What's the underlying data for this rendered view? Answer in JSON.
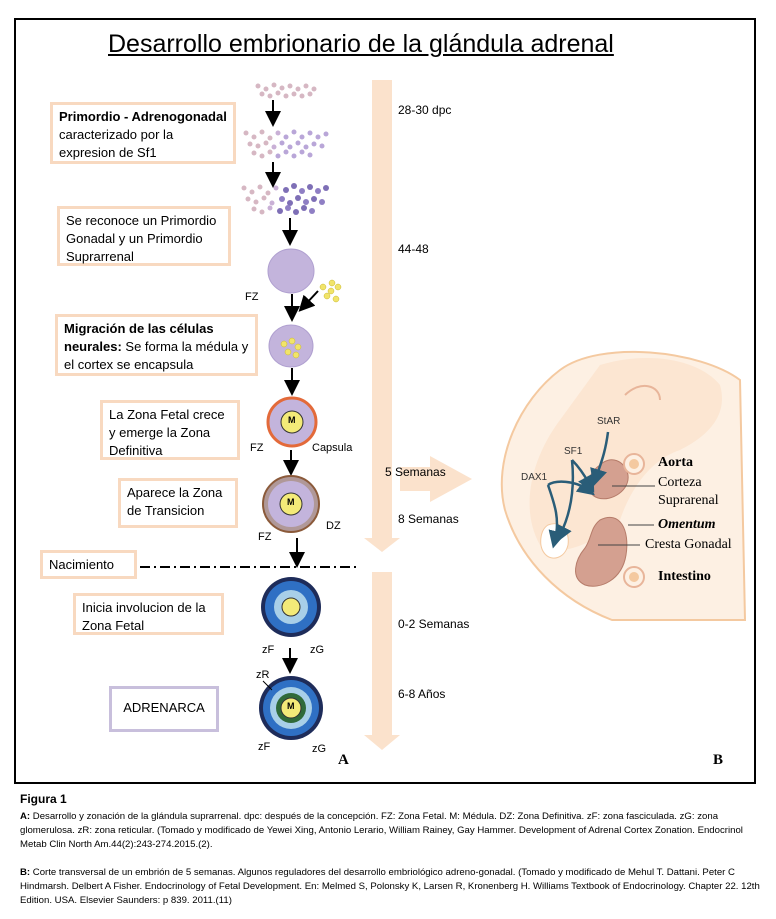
{
  "title": "Desarrollo embrionario de la glándula adrenal",
  "steps": [
    {
      "bold": "Primordio - Adrenogonadal",
      "text": " caracterizado por la expresion de Sf1"
    },
    {
      "bold": "",
      "text": "Se reconoce un Primordio Gonadal y un Primordio Suprarrenal"
    },
    {
      "bold": "Migración de las células neurales:",
      "text": " Se forma la médula y el cortex se encapsula"
    },
    {
      "bold": "",
      "text": "La Zona Fetal crece y emerge la Zona Definitiva"
    },
    {
      "bold": "",
      "text": "Aparece la Zona de Transicion"
    },
    {
      "bold": "",
      "text": "Nacimiento"
    },
    {
      "bold": "",
      "text": "Inicia involucion de la Zona Fetal"
    },
    {
      "bold": "",
      "text": "ADRENARCA"
    }
  ],
  "timeline": [
    "28-30 dpc",
    "44-48",
    "5 Semanas",
    "8 Semanas",
    "0-2 Semanas",
    "6-8 Años"
  ],
  "diagram_labels": {
    "fz1": "FZ",
    "m1": "M",
    "fz2": "FZ",
    "capsula": "Capsula",
    "m2": "M",
    "fz3": "FZ",
    "dz": "DZ",
    "zf1": "zF",
    "zg1": "zG",
    "zr": "zR",
    "m3": "M",
    "zf2": "zF",
    "zg2": "zG"
  },
  "panel_a": "A",
  "panel_b": "B",
  "panel_b_labels": {
    "star": "StAR",
    "sf1": "SF1",
    "dax1": "DAX1",
    "aorta": "Aorta",
    "corteza": "Corteza",
    "suprarenal": "Suprarenal",
    "omentum": "Omentum",
    "cresta": "Cresta Gonadal",
    "intestino": "Intestino"
  },
  "caption": {
    "figure": "Figura 1",
    "a_label": "A:",
    "a_text": " Desarrollo y zonación de la glándula suprarrenal. dpc: después de la concepción. FZ: Zona Fetal. M: Médula. DZ: Zona Definitiva. zF: zona fasciculada. zG: zona glomerulosa. zR: zona reticular. (Tomado y modificado de Yewei Xing, Antonio Lerario, William Rainey, Gay Hammer. Development of Adrenal Cortex Zonation. Endocrinol Metab Clin North Am.44(2):243-274.2015.(2).",
    "b_label": "B:",
    "b_text": " Corte transversal de un embrión de 5 semanas. Algunos reguladores del desarrollo embriológico adreno-gonadal. (Tomado y modificado de Mehul T. Dattani. Peter C Hindmarsh. Delbert A Fisher. Endocrinology of Fetal Development. En: Melmed S, Polonsky K, Larsen R, Kronenberg H. Williams Textbook of Endocrinology. Chapter 22. 12th Edition. USA. Elsevier Saunders:  p 839. 2011.(11)"
  },
  "colors": {
    "box_border": "#f8d9c0",
    "timeline": "#fbe2cc",
    "purple": "#c3b4dc",
    "fetal_blue": "#2a6bbf",
    "star_tissue": "#d4a090"
  }
}
